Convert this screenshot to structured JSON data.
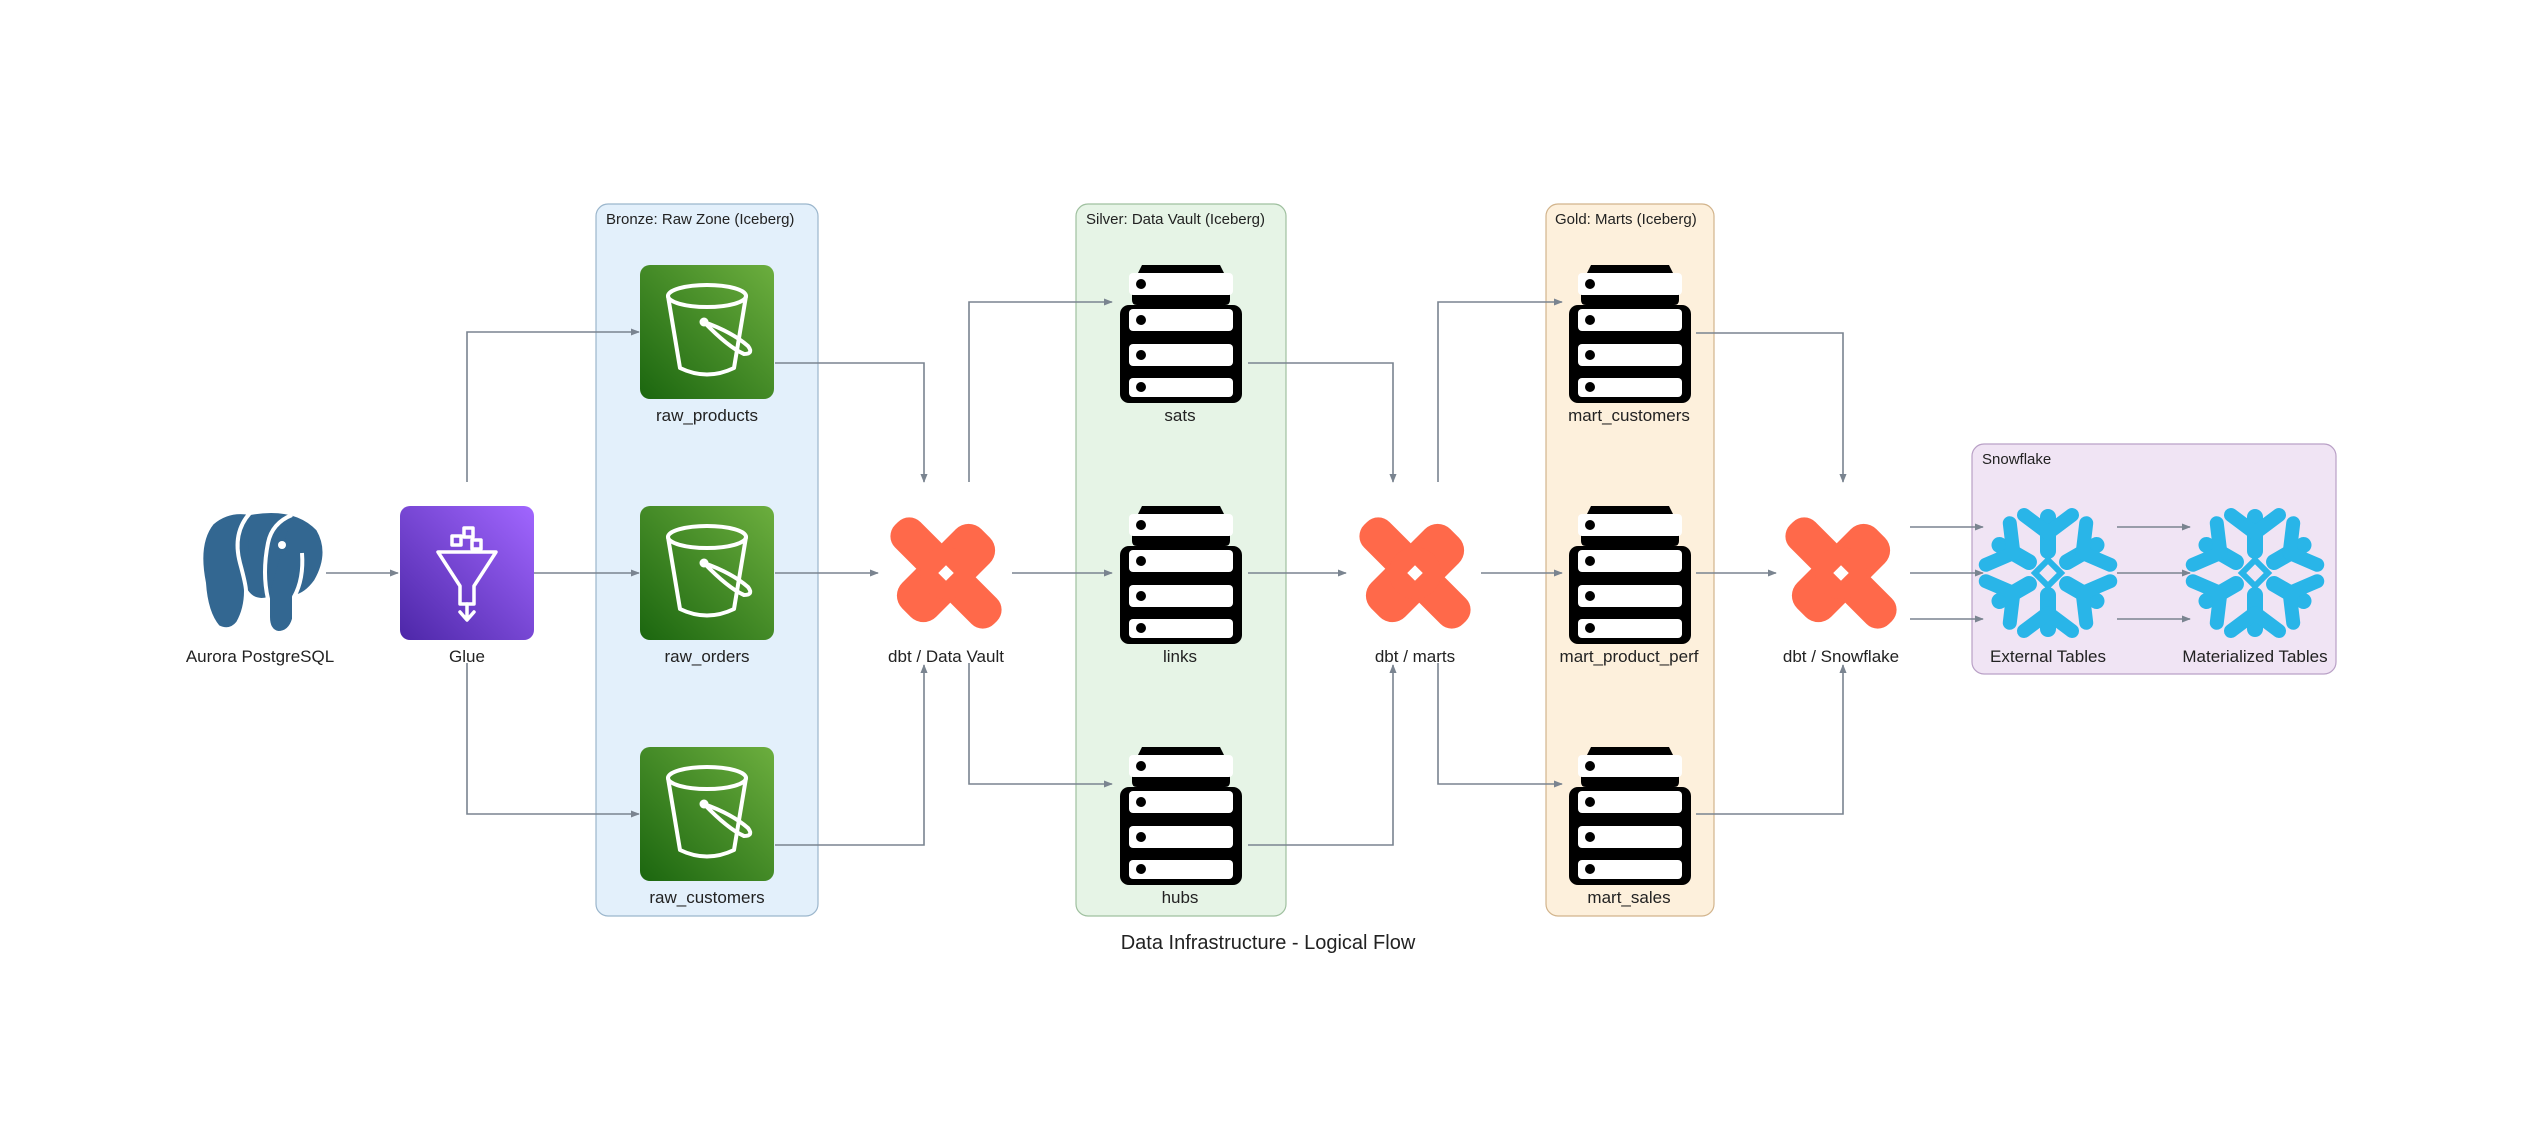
{
  "title": "Data Infrastructure - Logical Flow",
  "colors": {
    "edge": "#7a8490",
    "bronze_fill": "#e3f0fb",
    "bronze_stroke": "#9bb6cc",
    "silver_fill": "#e6f4e6",
    "silver_stroke": "#9fc09f",
    "gold_fill": "#fdf0dc",
    "gold_stroke": "#d2b48c",
    "snow_fill": "#f0e4f4",
    "snow_stroke": "#b9a0c6",
    "s3_green": "#3f8624",
    "glue_purple": "#8c4fff",
    "dbt_orange": "#ff694a",
    "snowflake_blue": "#29b5e8",
    "postgres_blue": "#336791"
  },
  "clusters": {
    "bronze": "Bronze: Raw Zone (Iceberg)",
    "silver": "Silver: Data Vault (Iceberg)",
    "gold": "Gold: Marts (Iceberg)",
    "snowflake": "Snowflake"
  },
  "nodes": {
    "postgres": {
      "label": "Aurora PostgreSQL",
      "icon": "postgresql-elephant-icon"
    },
    "glue": {
      "label": "Glue",
      "icon": "aws-glue-icon"
    },
    "raw_products": {
      "label": "raw_products",
      "icon": "s3-bucket-icon"
    },
    "raw_orders": {
      "label": "raw_orders",
      "icon": "s3-bucket-icon"
    },
    "raw_customers": {
      "label": "raw_customers",
      "icon": "s3-bucket-icon"
    },
    "dbt_vault": {
      "label": "dbt / Data Vault",
      "icon": "dbt-icon"
    },
    "sats": {
      "label": "sats",
      "icon": "database-stack-icon"
    },
    "links": {
      "label": "links",
      "icon": "database-stack-icon"
    },
    "hubs": {
      "label": "hubs",
      "icon": "database-stack-icon"
    },
    "dbt_marts": {
      "label": "dbt / marts",
      "icon": "dbt-icon"
    },
    "mart_customers": {
      "label": "mart_customers",
      "icon": "database-stack-icon"
    },
    "mart_product_perf": {
      "label": "mart_product_perf",
      "icon": "database-stack-icon"
    },
    "mart_sales": {
      "label": "mart_sales",
      "icon": "database-stack-icon"
    },
    "dbt_snowflake": {
      "label": "dbt / Snowflake",
      "icon": "dbt-icon"
    },
    "external_tables": {
      "label": "External Tables",
      "icon": "snowflake-icon"
    },
    "materialized_tables": {
      "label": "Materialized Tables",
      "icon": "snowflake-icon"
    }
  },
  "edges": [
    [
      "postgres",
      "glue"
    ],
    [
      "glue",
      "raw_products"
    ],
    [
      "glue",
      "raw_orders"
    ],
    [
      "glue",
      "raw_customers"
    ],
    [
      "raw_products",
      "dbt_vault"
    ],
    [
      "raw_orders",
      "dbt_vault"
    ],
    [
      "raw_customers",
      "dbt_vault"
    ],
    [
      "dbt_vault",
      "sats"
    ],
    [
      "dbt_vault",
      "links"
    ],
    [
      "dbt_vault",
      "hubs"
    ],
    [
      "sats",
      "dbt_marts"
    ],
    [
      "links",
      "dbt_marts"
    ],
    [
      "hubs",
      "dbt_marts"
    ],
    [
      "dbt_marts",
      "mart_customers"
    ],
    [
      "dbt_marts",
      "mart_product_perf"
    ],
    [
      "dbt_marts",
      "mart_sales"
    ],
    [
      "mart_customers",
      "dbt_snowflake"
    ],
    [
      "mart_product_perf",
      "dbt_snowflake"
    ],
    [
      "mart_sales",
      "dbt_snowflake"
    ],
    [
      "dbt_snowflake",
      "external_tables"
    ],
    [
      "dbt_snowflake",
      "external_tables"
    ],
    [
      "dbt_snowflake",
      "external_tables"
    ],
    [
      "external_tables",
      "materialized_tables"
    ],
    [
      "external_tables",
      "materialized_tables"
    ],
    [
      "external_tables",
      "materialized_tables"
    ]
  ]
}
